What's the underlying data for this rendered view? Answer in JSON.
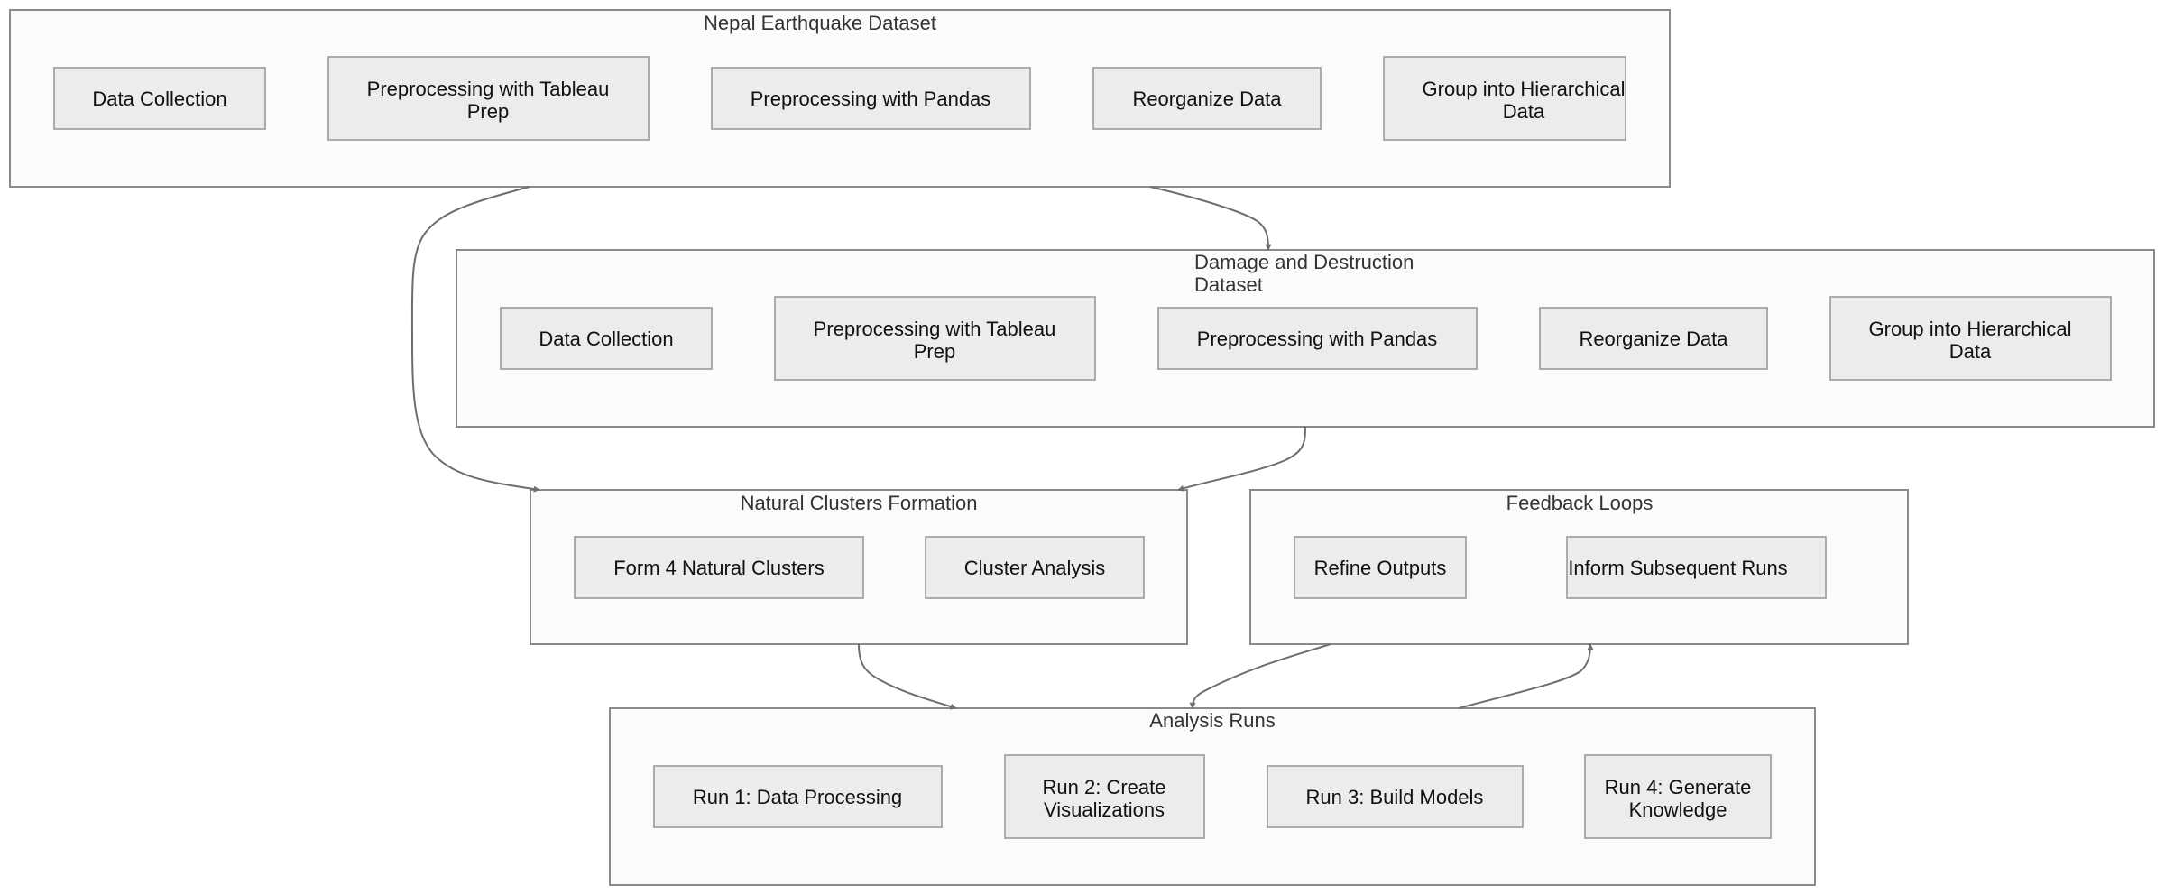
{
  "clusters": {
    "nepal": {
      "title": "Nepal Earthquake Dataset",
      "nodes": {
        "data_collection": "Data Collection",
        "tableau_prep": [
          "Preprocessing with Tableau",
          "Prep"
        ],
        "pandas": "Preprocessing with Pandas",
        "reorganize": "Reorganize Data",
        "hierarchical": [
          "Group into Hierarchical",
          "Data"
        ]
      }
    },
    "damage": {
      "title": [
        "Damage and Destruction",
        "Dataset"
      ],
      "nodes": {
        "data_collection": "Data Collection",
        "tableau_prep": [
          "Preprocessing with Tableau",
          "Prep"
        ],
        "pandas": "Preprocessing with Pandas",
        "reorganize": "Reorganize Data",
        "hierarchical": [
          "Group into Hierarchical",
          "Data"
        ]
      }
    },
    "natural": {
      "title": "Natural Clusters Formation",
      "nodes": {
        "form_clusters": "Form 4 Natural Clusters",
        "cluster_analysis": "Cluster Analysis"
      }
    },
    "feedback": {
      "title": "Feedback Loops",
      "nodes": {
        "refine": "Refine Outputs",
        "inform": "Inform Subsequent Runs"
      }
    },
    "analysis": {
      "title": "Analysis Runs",
      "nodes": {
        "run1": "Run 1: Data Processing",
        "run2": [
          "Run 2: Create",
          "Visualizations"
        ],
        "run3": "Run 3: Build Models",
        "run4": [
          "Run 4: Generate",
          "Knowledge"
        ]
      }
    }
  },
  "edges": [
    {
      "from": "Nepal Earthquake Dataset",
      "to": "Natural Clusters Formation"
    },
    {
      "from": "Nepal Earthquake Dataset",
      "to": "Damage and Destruction Dataset"
    },
    {
      "from": "Damage and Destruction Dataset",
      "to": "Natural Clusters Formation"
    },
    {
      "from": "Natural Clusters Formation",
      "to": "Analysis Runs"
    },
    {
      "from": "Feedback Loops",
      "to": "Analysis Runs"
    },
    {
      "from": "Analysis Runs",
      "to": "Feedback Loops"
    }
  ],
  "colors": {
    "cluster_fill": "#fbfbfb",
    "cluster_stroke": "#8a8a8a",
    "node_fill": "#ececec",
    "node_stroke": "#9a9a9a",
    "edge": "#6e6e6e"
  }
}
